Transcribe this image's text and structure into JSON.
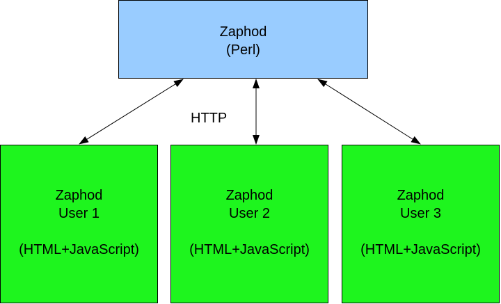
{
  "server": {
    "name": "Zaphod",
    "platform": "(Perl)",
    "color": "#99ccff"
  },
  "protocol": "HTTP",
  "clients": [
    {
      "name": "Zaphod",
      "user": "User 1",
      "tech": "(HTML+JavaScript)"
    },
    {
      "name": "Zaphod",
      "user": "User 2",
      "tech": "(HTML+JavaScript)"
    },
    {
      "name": "Zaphod",
      "user": "User 3",
      "tech": "(HTML+JavaScript)"
    }
  ],
  "client_color": "#1ef51e"
}
